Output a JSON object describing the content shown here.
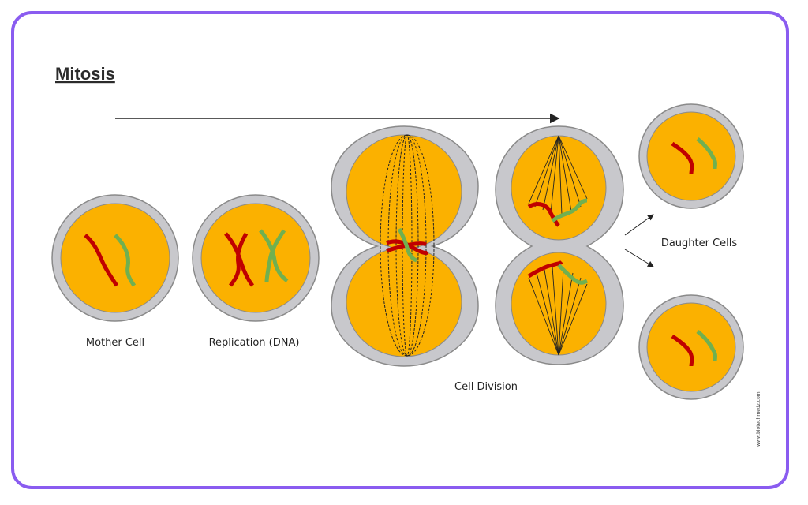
{
  "title": "Mitosis",
  "labels": {
    "mother_cell": "Mother Cell",
    "replication": "Replication (DNA)",
    "cell_division": "Cell Division",
    "daughter_cells": "Daughter Cells"
  },
  "credit": "www.biotechmedz.com",
  "colors": {
    "frame": "#8a5cf0",
    "cytoplasm": "#fbb100",
    "membrane": "#c8c8cc",
    "chromosome_red": "#c00000",
    "chromosome_green": "#70b050"
  }
}
